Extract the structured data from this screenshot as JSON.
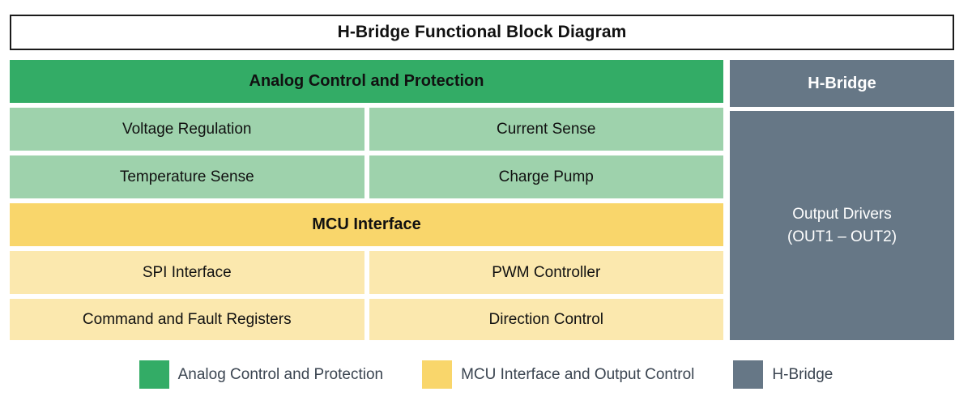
{
  "title": {
    "text": "H-Bridge Functional Block Diagram"
  },
  "colors": {
    "analog_header": "#33ac66",
    "analog_sub": "#9ed2ac",
    "mcu_header": "#f9d66b",
    "mcu_sub": "#fbe8ae",
    "hbridge": "#667786",
    "title_border": "#1a1a1a",
    "page_background": "#ffffff",
    "legend_text": "#3b4551"
  },
  "left_column": {
    "analog_section": {
      "header": "Analog Control and Protection",
      "rows": [
        [
          "Voltage Regulation",
          "Current Sense"
        ],
        [
          "Temperature Sense",
          "Charge Pump"
        ]
      ]
    },
    "mcu_section": {
      "header": "MCU Interface",
      "rows": [
        [
          "SPI Interface",
          "PWM Controller"
        ],
        [
          "Command and Fault Registers",
          "Direction Control"
        ]
      ]
    }
  },
  "right_column": {
    "header": "H-Bridge",
    "body_line1": "Output Drivers",
    "body_line2": "(OUT1 – OUT2)"
  },
  "legend": {
    "items": [
      {
        "label": "Analog Control and Protection",
        "color": "#33ac66"
      },
      {
        "label": "MCU Interface and Output Control",
        "color": "#f9d66b"
      },
      {
        "label": "H-Bridge",
        "color": "#667786"
      }
    ]
  }
}
